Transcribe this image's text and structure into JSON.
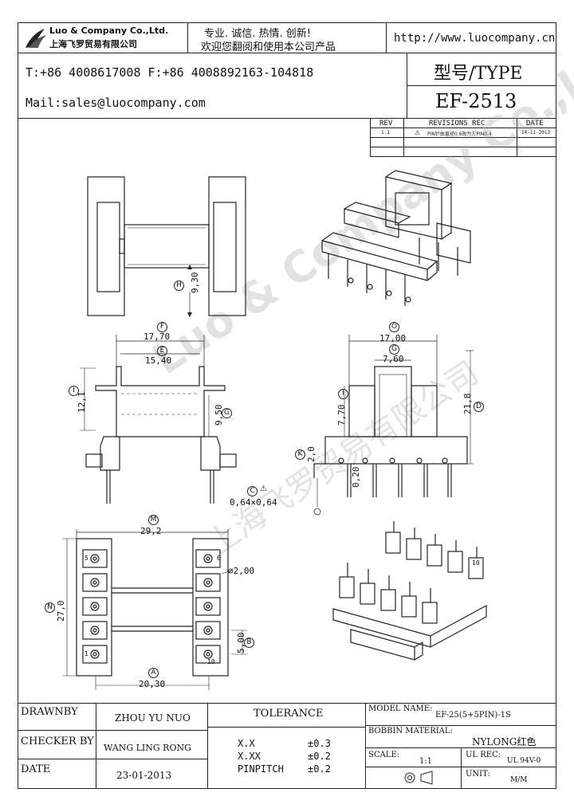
{
  "header": {
    "company_en": "Luo & Company Co.,Ltd.",
    "company_cn": "上海飞罗贸易有限公司",
    "slogan_1": "专业. 诚信. 热情. 创新!",
    "slogan_2": "欢迎您翻阅和使用本公司产品",
    "url": "http://www.luocompany.cn",
    "phone_fax": "T:+86 4008617008 F:+86 4008892163-104818",
    "mail": "Mail:sales@luocompany.com",
    "type_label": "型号/TYPE",
    "type_value": "EF-2513"
  },
  "revisions": {
    "headers": [
      "REV",
      "REVISIONS REC",
      "DATE"
    ],
    "rows": [
      {
        "rev": "1.1",
        "rec": "PIN针由直径0.6改为方PIN0.4",
        "date": "14-11-2013"
      }
    ]
  },
  "dims": {
    "top_height": "9,30",
    "front_overall": "17,70",
    "front_inner": "15,40",
    "front_height": "12,1",
    "front_inner_h": "9,50",
    "pin_section": "0,64×0,64",
    "side_width": "17,00",
    "side_inner": "7,60",
    "side_inner_h": "7,70",
    "side_height": "21,8",
    "side_base": "2,0",
    "side_pin_gap": "0,20",
    "bottom_width": "29,2",
    "bottom_height": "27,0",
    "bottom_row": "20,30",
    "hole_dia": "⌀2,00",
    "pitch": "5,00",
    "pin1": "1",
    "pin5": "5",
    "pin6": "6",
    "pin10": "10",
    "iso_pin10": "10"
  },
  "markers": {
    "A": "A",
    "B": "B",
    "C": "C",
    "D": "D",
    "E": "E",
    "F": "F",
    "G": "G",
    "H": "H",
    "I": "I",
    "K": "K",
    "M": "M",
    "N": "N",
    "O": "O"
  },
  "watermark": {
    "en": "Luo & Company Co.,Ltd.",
    "cn": "上海飞罗贸易有限公司"
  },
  "footer": {
    "drawnby_label": "DRAWNBY",
    "drawnby_value": "ZHOU YU NUO",
    "checker_label": "CHECKER BY",
    "checker_value": "WANG LING RONG",
    "date_label": "DATE",
    "date_value": "23-01-2013",
    "tolerance_label": "TOLERANCE",
    "tol": [
      {
        "k": "X.X",
        "v": "±0.3"
      },
      {
        "k": "X.XX",
        "v": "±0.2"
      },
      {
        "k": "PINPITCH",
        "v": "±0.2"
      }
    ],
    "model_label": "MODEL NAME:",
    "model_value": "EF-25(5+5PIN)-1S",
    "bobbin_label": "BOBBIN MATERIAL:",
    "bobbin_value": "NYLONG红色",
    "scale_label": "SCALE:",
    "scale_value": "1:1",
    "ul_label": "UL REC:",
    "ul_value": "UL 94V-0",
    "unit_label": "UNIT:",
    "unit_value": "M/M"
  }
}
